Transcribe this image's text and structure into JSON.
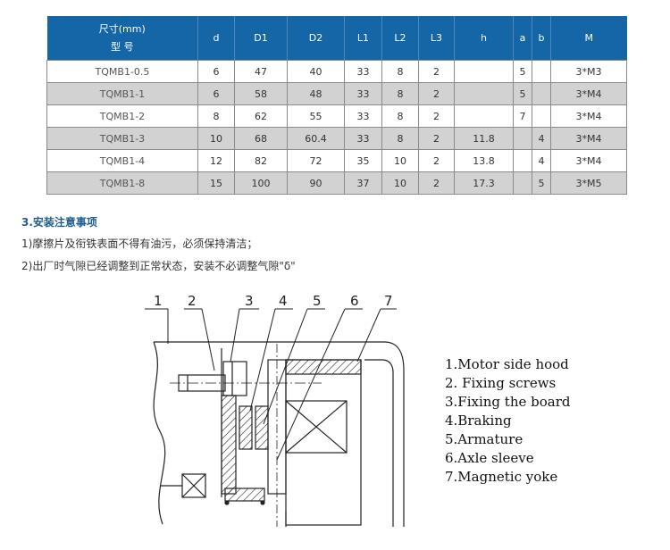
{
  "table": {
    "header_line1": "尺寸(mm)",
    "header_line2": "型  号",
    "columns": [
      "d",
      "D1",
      "D2",
      "L1",
      "L2",
      "L3",
      "h",
      "a",
      "b",
      "M"
    ],
    "rows": [
      {
        "model": "TQMB1-0.5",
        "d": "6",
        "D1": "47",
        "D2": "40",
        "L1": "33",
        "L2": "8",
        "L3": "2",
        "h": "",
        "a": "5",
        "b": "",
        "M": "3*M3"
      },
      {
        "model": "TQMB1-1",
        "d": "6",
        "D1": "58",
        "D2": "48",
        "L1": "33",
        "L2": "8",
        "L3": "2",
        "h": "",
        "a": "5",
        "b": "",
        "M": "3*M4"
      },
      {
        "model": "TQMB1-2",
        "d": "8",
        "D1": "62",
        "D2": "55",
        "L1": "33",
        "L2": "8",
        "L3": "2",
        "h": "",
        "a": "7",
        "b": "",
        "M": "3*M4"
      },
      {
        "model": "TQMB1-3",
        "d": "10",
        "D1": "68",
        "D2": "60.4",
        "L1": "33",
        "L2": "8",
        "L3": "2",
        "h": "11.8",
        "a": "",
        "b": "4",
        "M": "3*M4"
      },
      {
        "model": "TQMB1-4",
        "d": "12",
        "D1": "82",
        "D2": "72",
        "L1": "35",
        "L2": "10",
        "L3": "2",
        "h": "13.8",
        "a": "",
        "b": "4",
        "M": "3*M4"
      },
      {
        "model": "TQMB1-8",
        "d": "15",
        "D1": "100",
        "D2": "90",
        "L1": "37",
        "L2": "10",
        "L3": "2",
        "h": "17.3",
        "a": "",
        "b": "5",
        "M": "3*M5"
      }
    ]
  },
  "notes": {
    "title": "3.安装注意事项",
    "item1": "1)摩擦片及衔铁表面不得有油污，必须保持清洁；",
    "item2": "2)出厂时气隙已经调整到正常状态，安装不必调整气隙\"δ\""
  },
  "diagram": {
    "callouts": [
      "1",
      "2",
      "3",
      "4",
      "5",
      "6",
      "7"
    ]
  },
  "legend": [
    "1.Motor side hood",
    "2. Fixing screws",
    "3.Fixing the board",
    "4.Braking",
    "5.Armature",
    "6.Axle sleeve",
    "7.Magnetic yoke"
  ]
}
